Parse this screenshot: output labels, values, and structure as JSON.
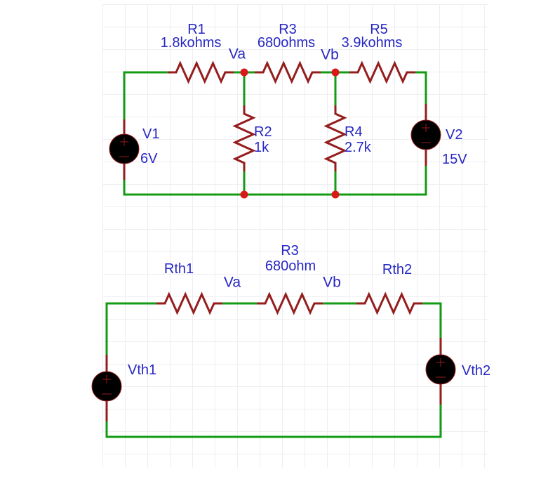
{
  "colors": {
    "wire": "#149b14",
    "component": "#941d1d",
    "junction": "#d91818",
    "label": "#2727c4",
    "grid": "#e9e9f0",
    "background": "#ffffff"
  },
  "top_circuit": {
    "resistors": [
      {
        "ref": "R1",
        "value": "1.8kohms"
      },
      {
        "ref": "R2",
        "value": "1k"
      },
      {
        "ref": "R3",
        "value": "680ohms"
      },
      {
        "ref": "R4",
        "value": "2.7k"
      },
      {
        "ref": "R5",
        "value": "3.9kohms"
      }
    ],
    "sources": [
      {
        "ref": "V1",
        "value": "6V"
      },
      {
        "ref": "V2",
        "value": "15V"
      }
    ],
    "nodes": [
      {
        "ref": "Va"
      },
      {
        "ref": "Vb"
      }
    ]
  },
  "bottom_circuit": {
    "resistors": [
      {
        "ref": "Rth1",
        "value": ""
      },
      {
        "ref": "R3",
        "value": "680ohm"
      },
      {
        "ref": "Rth2",
        "value": ""
      }
    ],
    "sources": [
      {
        "ref": "Vth1",
        "value": ""
      },
      {
        "ref": "Vth2",
        "value": ""
      }
    ],
    "nodes": [
      {
        "ref": "Va"
      },
      {
        "ref": "Vb"
      }
    ]
  }
}
